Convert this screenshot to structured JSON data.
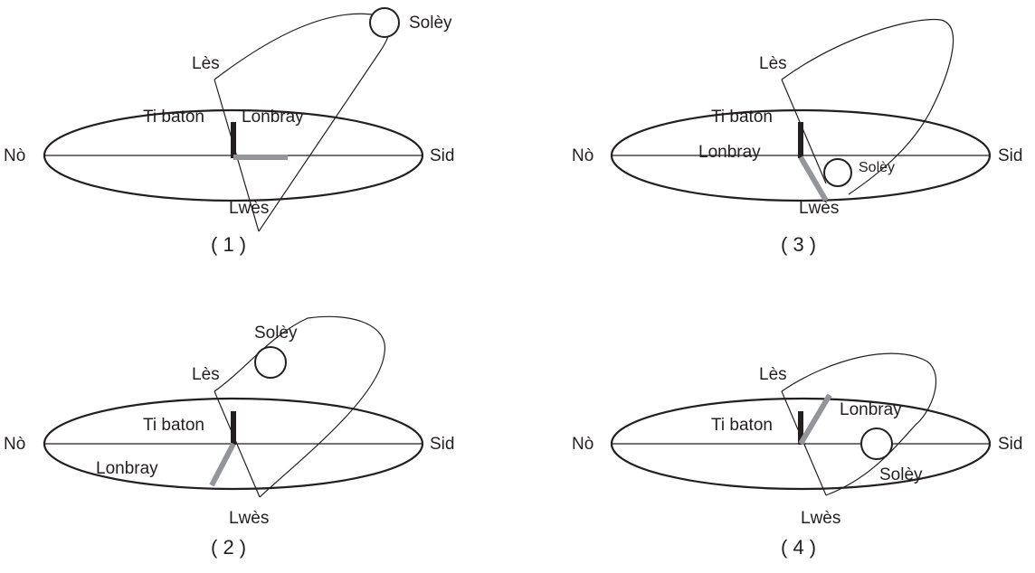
{
  "labels": {
    "north": "Nò",
    "south": "Sid",
    "east": "Lès",
    "west": "Lwès",
    "stick": "Ti baton",
    "shadow": "Lonbray",
    "sun": "Solèy"
  },
  "panels": [
    {
      "caption": "( 1 )"
    },
    {
      "caption": "( 3 )"
    },
    {
      "caption": "( 2 )"
    },
    {
      "caption": "( 4 )"
    }
  ],
  "colors": {
    "ink": "#231f20",
    "shadow": "#939598"
  }
}
